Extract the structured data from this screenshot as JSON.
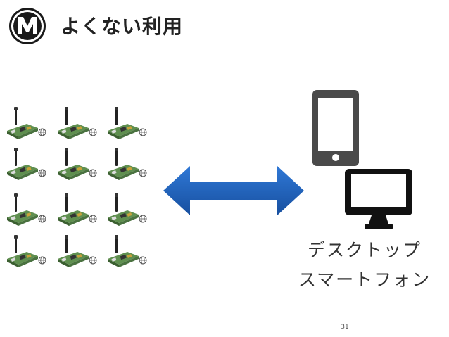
{
  "slide": {
    "title": "よくない利用",
    "caption_line1": "デスクトップ",
    "caption_line2": "スマートフォン",
    "page_number": "31"
  },
  "icons": {
    "logo": "m-logo-icon",
    "device": "board-with-antenna-icon",
    "globe": "globe-icon",
    "arrow": "double-headed-arrow-icon",
    "phone": "smartphone-icon",
    "monitor": "monitor-icon"
  },
  "colors": {
    "arrow": "#1f5fb8",
    "phone": "#4a4a4a",
    "monitor": "#111111",
    "board": "#5f8f4f"
  },
  "device_grid": {
    "rows": 4,
    "columns": 3
  }
}
